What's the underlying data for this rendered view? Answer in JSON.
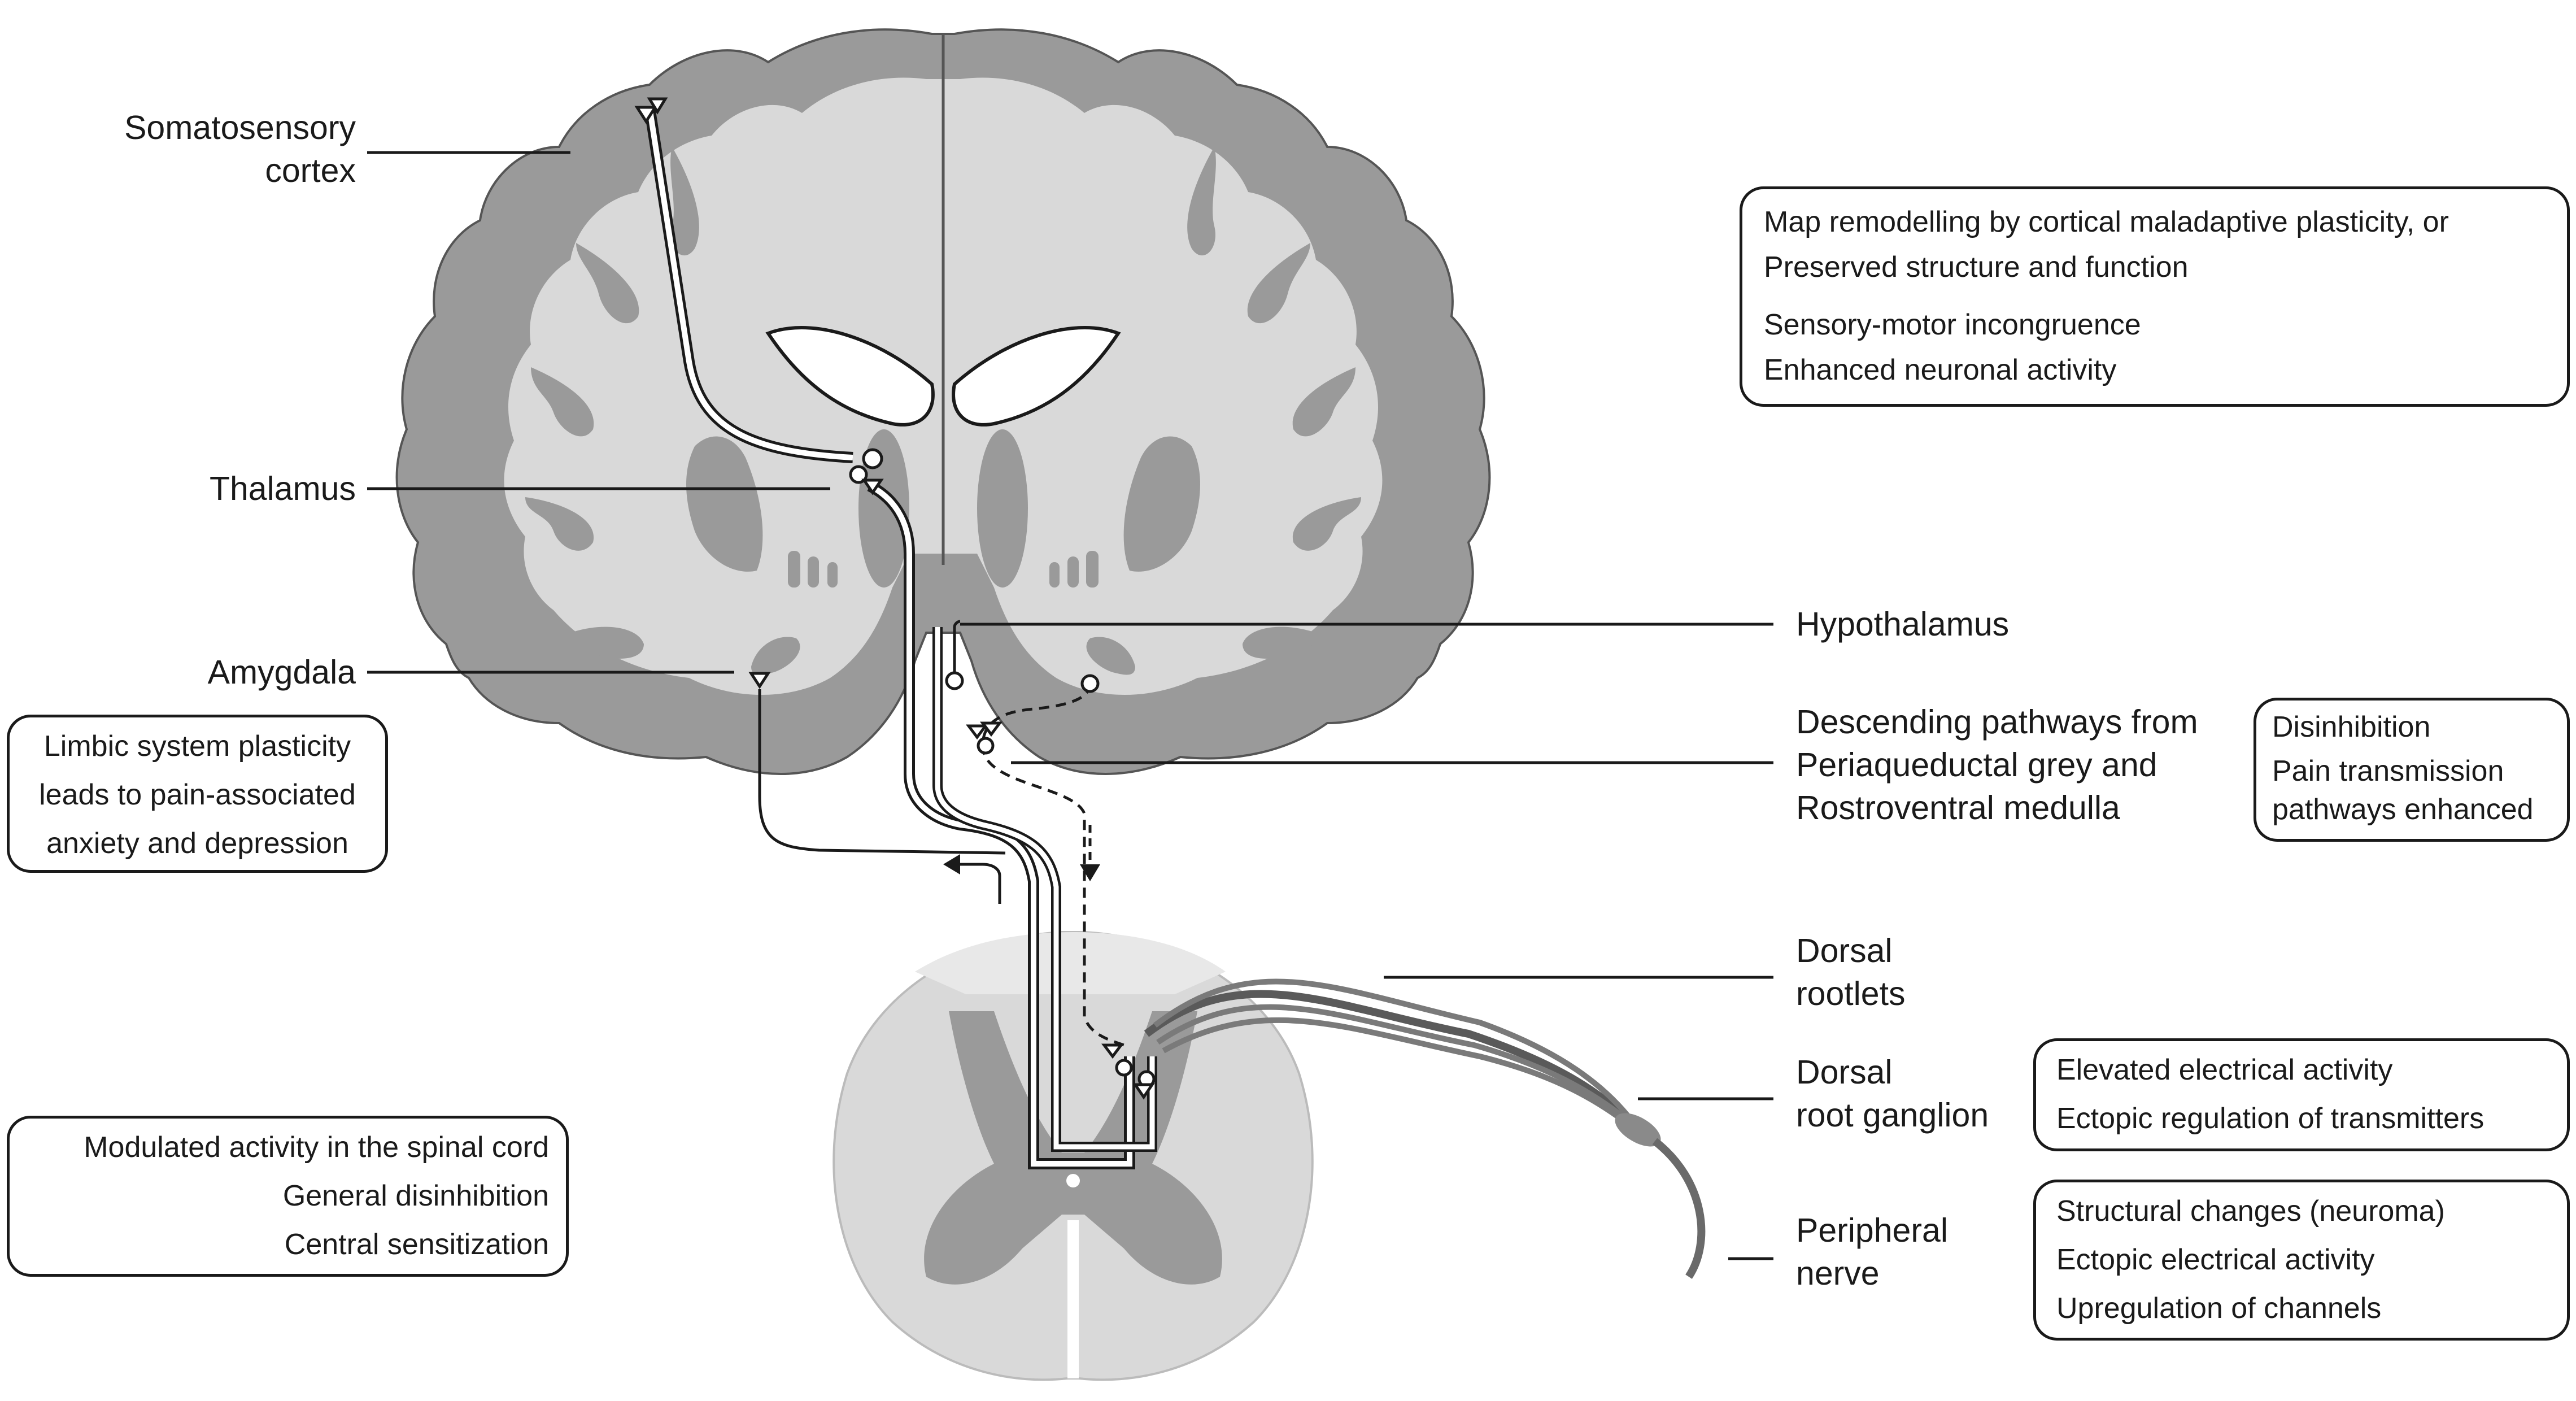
{
  "labels": {
    "somatosensory_cortex": [
      "Somatosensory",
      "cortex"
    ],
    "thalamus": "Thalamus",
    "amygdala": "Amygdala",
    "hypothalamus": "Hypothalamus",
    "descending_pathways": [
      "Descending pathways from",
      "Periaqueductal grey and",
      "Rostroventral medulla"
    ],
    "dorsal_rootlets": [
      "Dorsal",
      "rootlets"
    ],
    "dorsal_root_ganglion": [
      "Dorsal",
      "root ganglion"
    ],
    "peripheral_nerve": [
      "Peripheral",
      "nerve"
    ]
  },
  "boxes": {
    "cortex_changes": [
      "Map remodelling by cortical maladaptive plasticity, or",
      "Preserved structure and function",
      "Sensory-motor incongruence",
      "Enhanced neuronal activity"
    ],
    "limbic": [
      "Limbic system plasticity",
      "leads to pain-associated",
      "anxiety and depression"
    ],
    "descending_changes": [
      "Disinhibition",
      "Pain transmission",
      "pathways enhanced"
    ],
    "spinal_cord_changes": [
      "Modulated activity in the spinal cord",
      "General disinhibition",
      "Central sensitization"
    ],
    "drg_changes": [
      "Elevated electrical activity",
      "Ectopic regulation of transmitters"
    ],
    "nerve_changes": [
      "Structural changes (neuroma)",
      "Ectopic electrical activity",
      "Upregulation of channels"
    ]
  },
  "colors": {
    "gray_matter": "#9a9a9a",
    "white_matter": "#d9d9d9",
    "outline": "#1a1a1a",
    "pathway": "#ffffff"
  }
}
